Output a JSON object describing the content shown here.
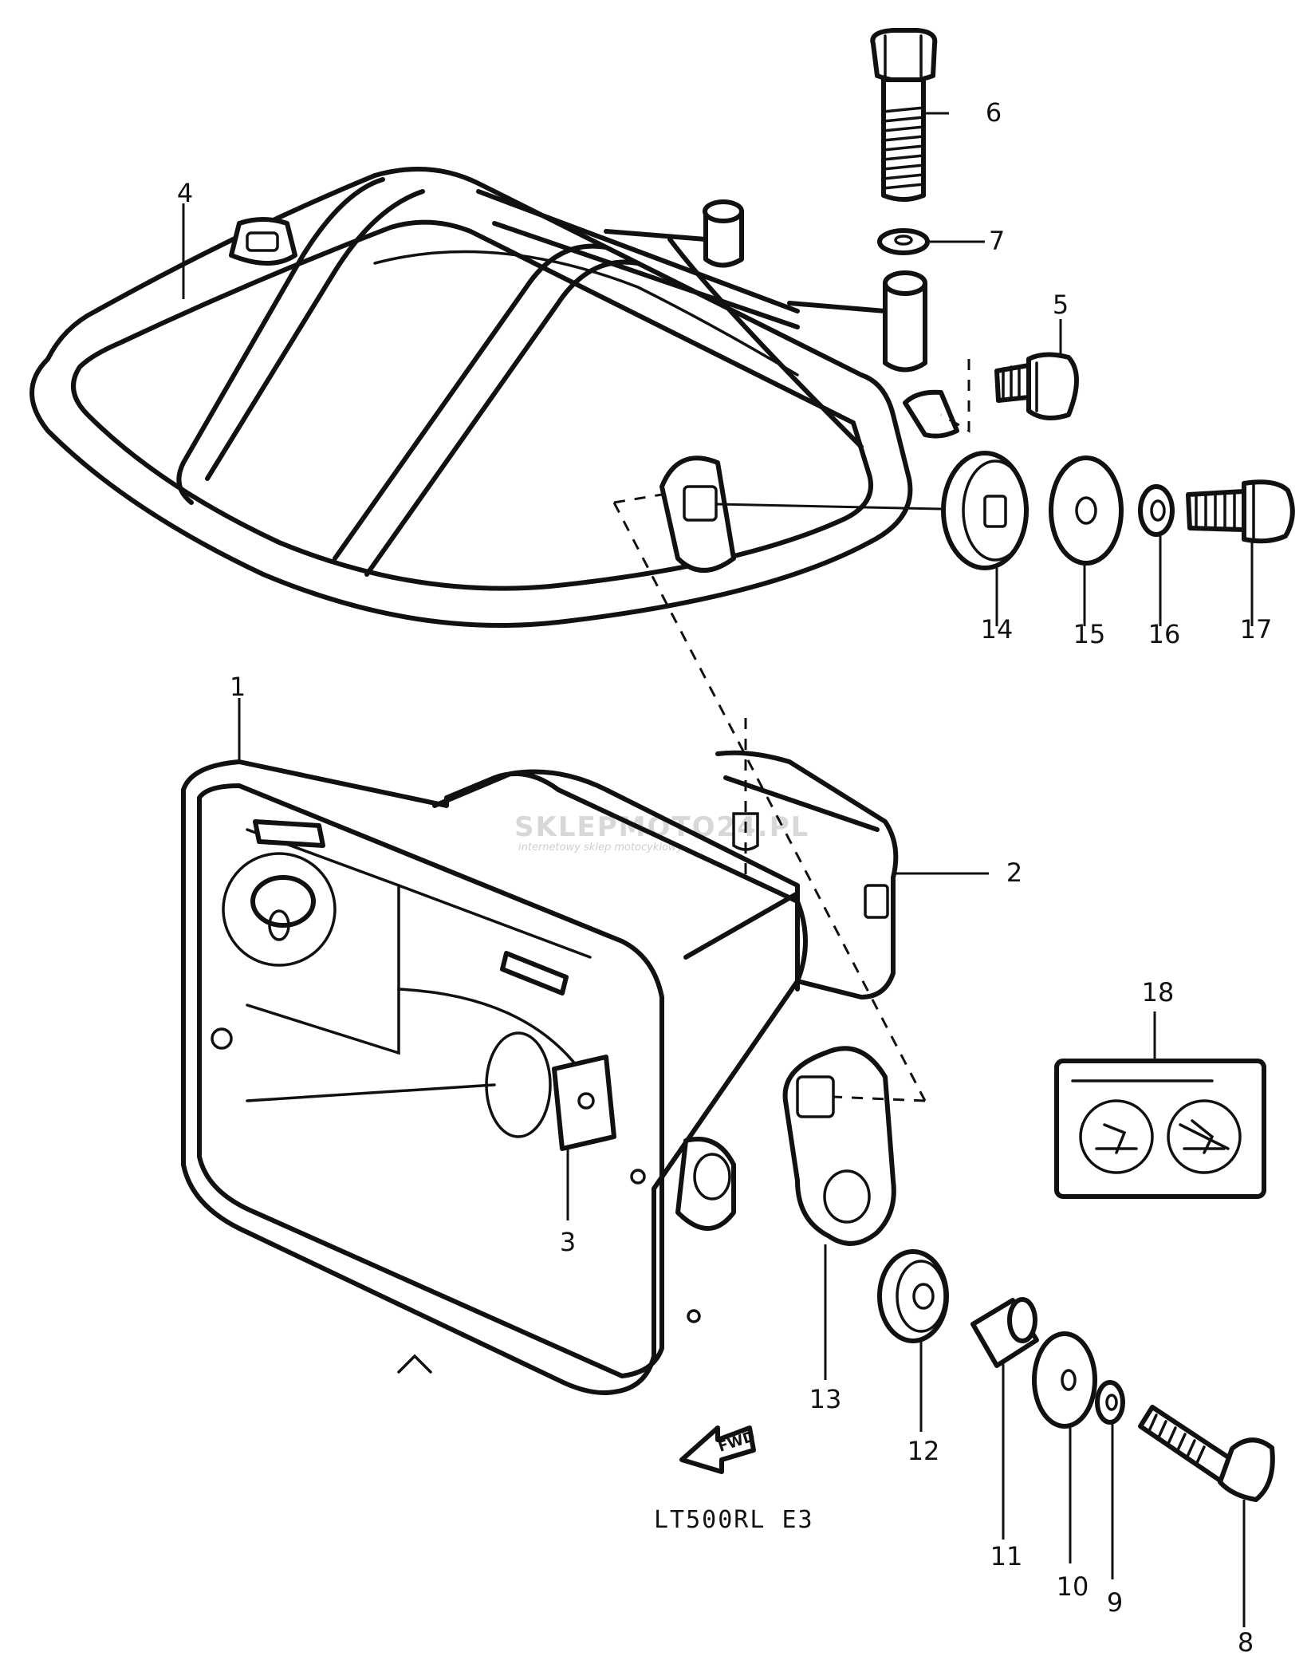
{
  "callouts": {
    "p1": "1",
    "p2": "2",
    "p3": "3",
    "p4": "4",
    "p5": "5",
    "p6": "6",
    "p7": "7",
    "p8": "8",
    "p9": "9",
    "p10": "10",
    "p11": "11",
    "p12": "12",
    "p13": "13",
    "p14": "14",
    "p15": "15",
    "p16": "16",
    "p17": "17",
    "p18": "18"
  },
  "caption": "LT500RL  E3",
  "fwd_label": "FWD",
  "watermark": {
    "brand": "SKLEPMOTO24.PL",
    "tagline": "internetowy sklep motocyklowy"
  }
}
